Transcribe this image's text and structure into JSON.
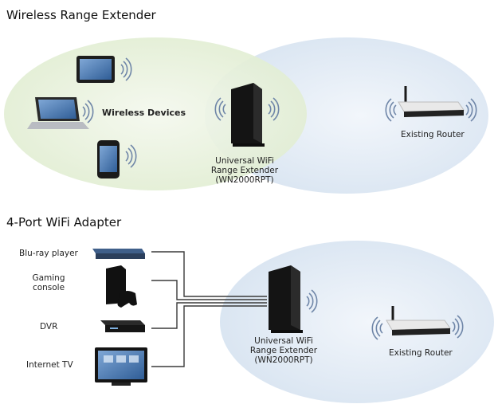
{
  "sections": {
    "top": {
      "title": "Wireless Range Extender",
      "group_label": "Wireless Devices",
      "extender_label": [
        "Universal WiFi",
        "Range Extender",
        "(WN2000RPT)"
      ],
      "router_label": "Existing Router"
    },
    "bottom": {
      "title": "4-Port WiFi Adapter",
      "devices": [
        "Blu-ray player",
        "Gaming",
        "console",
        "DVR",
        "Internet TV"
      ],
      "extender_label": [
        "Universal WiFi",
        "Range Extender",
        "(WN2000RPT)"
      ],
      "router_label": "Existing Router"
    }
  },
  "colors": {
    "green_zone": "#e8f1dc",
    "blue_zone": "#e3ecf6",
    "wave": "#6f86a8",
    "device_dark": "#1b1b1b",
    "router_body": "#e9e9e9",
    "line": "#3a3a3a"
  },
  "icons": [
    "tablet-icon",
    "laptop-icon",
    "smartphone-icon",
    "range-extender-icon",
    "router-icon",
    "bluray-player-icon",
    "game-console-icon",
    "dvr-icon",
    "internet-tv-icon",
    "wifi-wave-icon"
  ]
}
